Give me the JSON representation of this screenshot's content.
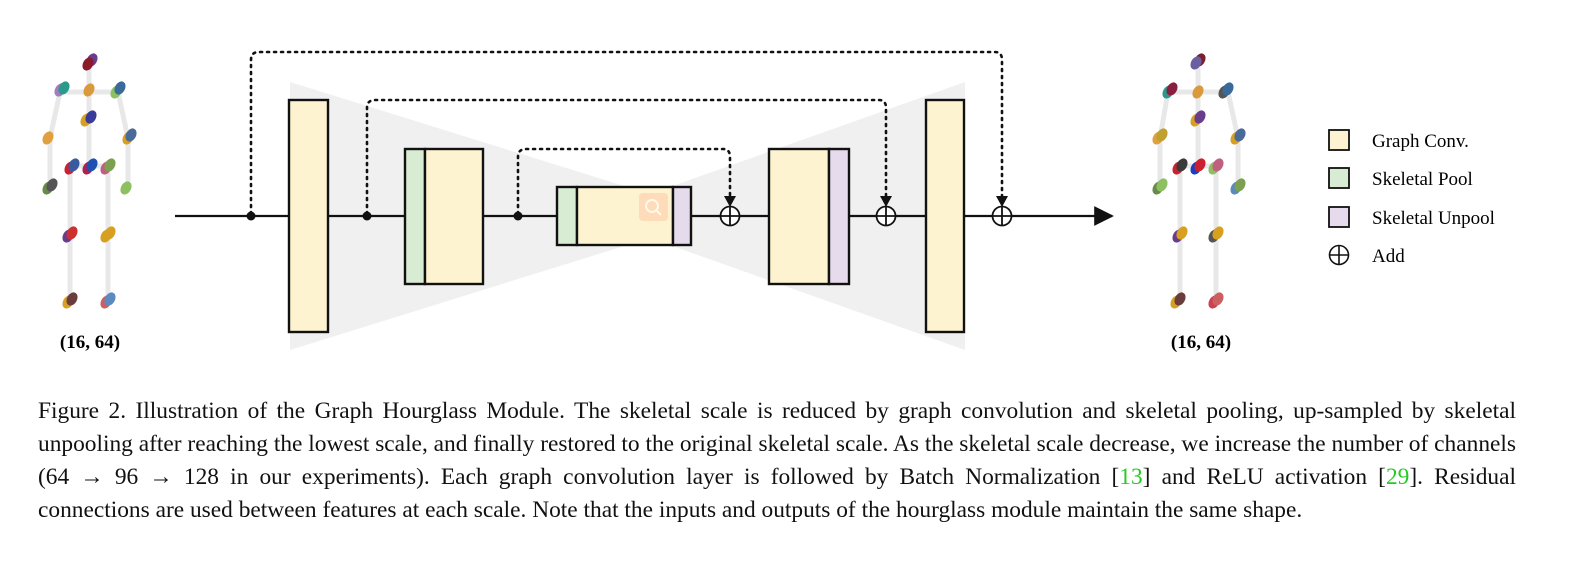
{
  "figure": {
    "input_shape": "(16, 64)",
    "output_shape": "(16, 64)",
    "legend": [
      {
        "label": "Graph Conv.",
        "color": "#fdf3d0"
      },
      {
        "label": "Skeletal Pool",
        "color": "#d8ecd4"
      },
      {
        "label": "Skeletal Unpool",
        "color": "#e6dbec"
      },
      {
        "label": "Add",
        "icon": "circled-plus-icon"
      }
    ],
    "colors": {
      "graph_conv": "#fdf3d0",
      "skeletal_pool": "#d8ecd4",
      "skeletal_unpool": "#e6dbec",
      "hourglass_bg": "#f0f0f0"
    }
  },
  "caption": {
    "prefix": "Figure 2. Illustration of the Graph Hourglass Module.  The skeletal scale is reduced by graph convolution and skeletal pooling, up-sampled by skeletal unpooling after reaching the lowest scale, and finally restored to the original skeletal scale.  As the skeletal scale decrease, we increase the number of channels (64 → 96 → 128 in our experiments). Each graph convolution layer is followed by Batch Normalization [",
    "ref1": "13",
    "middle": "] and ReLU activation [",
    "ref2": "29",
    "suffix": "].  Residual connections are used between features at each scale.  Note that the inputs and outputs of the hourglass module maintain the same shape."
  }
}
